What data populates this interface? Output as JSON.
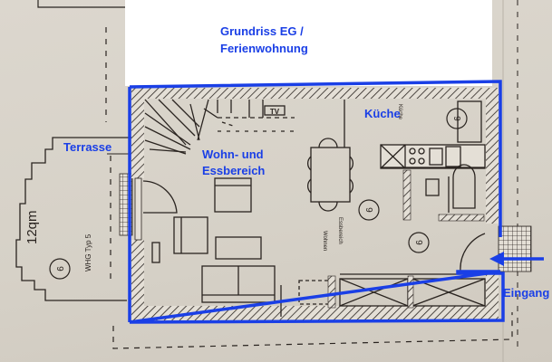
{
  "title": {
    "line1": "Grundriss EG /",
    "line2": "Ferienwohnung"
  },
  "rooms": {
    "kitchen": "Küche",
    "living_line1": "Wohn- und",
    "living_line2": "Essbereich",
    "terrace": "Terrasse",
    "entrance": "Eingang"
  },
  "annotations": {
    "terrace_area": "12qm",
    "unit_type": "WHG Typ 5",
    "tv": "TV",
    "circle_marker": "6"
  },
  "colors": {
    "accent": "#1a3fe6",
    "paper": "#d9d4cb",
    "ink": "#2a2420"
  }
}
